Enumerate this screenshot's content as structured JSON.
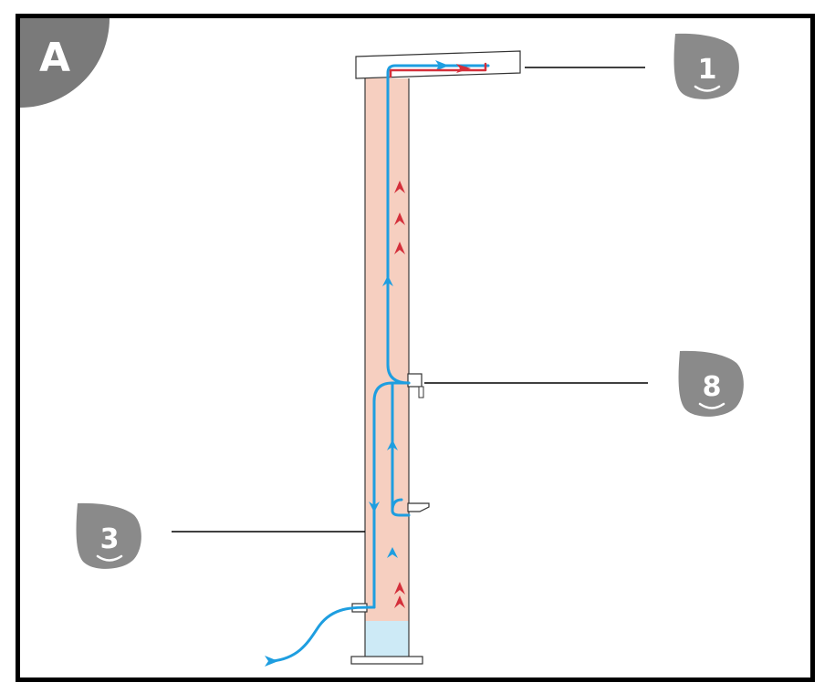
{
  "figure": {
    "panel_letter": "A",
    "callouts": [
      {
        "id": "callout-1",
        "label": "1"
      },
      {
        "id": "callout-8",
        "label": "8"
      },
      {
        "id": "callout-3",
        "label": "3"
      }
    ],
    "colors": {
      "frame": "#000000",
      "column_fill": "#f6cfc0",
      "base_water": "#cdeaf6",
      "cold_flow": "#1e9ee0",
      "hot_flow": "#d42f3a",
      "badge": "#8a8a8a",
      "corner_badge": "#7a7a7a"
    }
  }
}
